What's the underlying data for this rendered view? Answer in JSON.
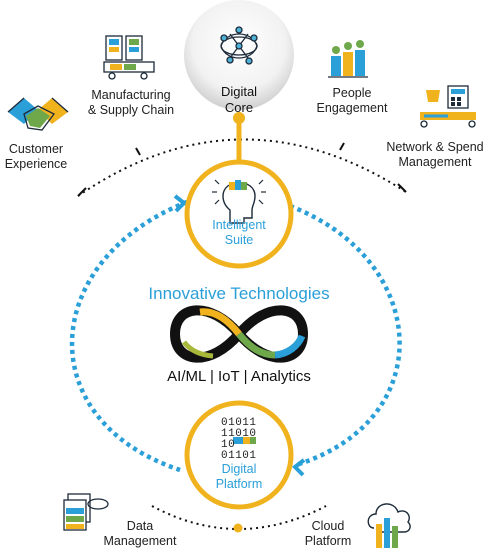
{
  "diagram": {
    "core": {
      "label": "Digital Core"
    },
    "intelligent_suite": {
      "label_line1": "Intelligent",
      "label_line2": "Suite"
    },
    "innovative_title": "Innovative Technologies",
    "tech_list": "AI/ML | IoT | Analytics",
    "platform": {
      "binary": [
        "01011",
        "11010",
        "10",
        "01101"
      ],
      "label_line1": "Digital",
      "label_line2": "Platform"
    },
    "top_nodes": [
      {
        "line1": "Customer",
        "line2": "Experience",
        "icon": "handshake-icon"
      },
      {
        "line1": "Manufacturing",
        "line2": "& Supply Chain",
        "icon": "factory-machine-icon"
      },
      {
        "line1": "People",
        "line2": "Engagement",
        "icon": "people-chart-icon"
      },
      {
        "line1": "Network & Spend",
        "line2": "Management",
        "icon": "network-calculator-icon"
      }
    ],
    "bottom_nodes": [
      {
        "line1": "Data",
        "line2": "Management",
        "icon": "data-documents-icon"
      },
      {
        "line1": "Cloud",
        "line2": "Platform",
        "icon": "cloud-icon"
      }
    ],
    "colors": {
      "gold": "#f0b31e",
      "blue": "#2a9fd8",
      "green": "#6fa84a",
      "olive": "#a8b83a",
      "teal": "#3a9aa0",
      "navy": "#22324a"
    }
  }
}
